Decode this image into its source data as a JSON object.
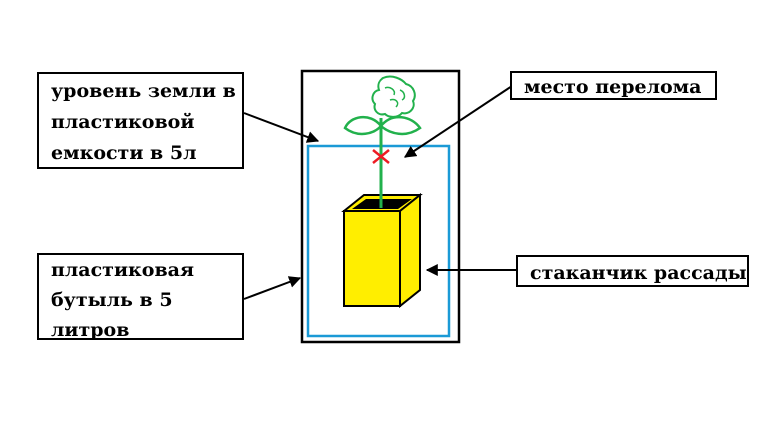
{
  "labels": {
    "soil_level": "уровень земли в\nпластиковой\nемкости в 5л",
    "bottle": "пластиковая\nбутыль  в 5\nлитров",
    "break_point": "место перелома",
    "seedling_cup": "стаканчик рассады"
  },
  "colors": {
    "outline": "#000000",
    "soil_line": "#1b9ad6",
    "cup_fill": "#ffee00",
    "stem": "#22b14c",
    "break_mark": "#ed1c24"
  },
  "icons": {
    "flower": "flower-icon",
    "break_mark": "x-mark-icon",
    "arrow": "arrow-icon"
  }
}
